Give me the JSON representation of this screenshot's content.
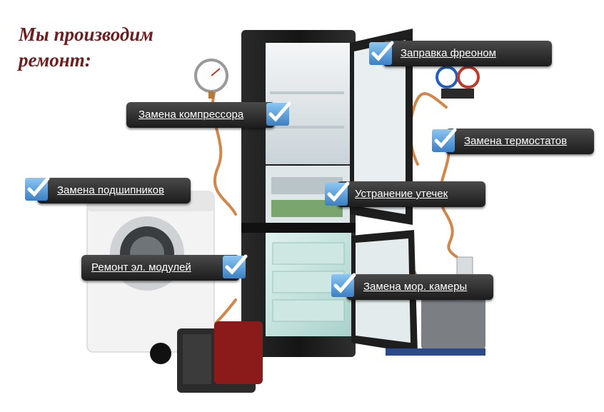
{
  "heading": {
    "line1": "Мы производим",
    "line2": "ремонт:"
  },
  "services": [
    {
      "label": "Заправка фреоном"
    },
    {
      "label": "Замена компрессора"
    },
    {
      "label": "Замена термостатов"
    },
    {
      "label": "Замена подшипников"
    },
    {
      "label": "Устранение утечек"
    },
    {
      "label": "Ремонт эл. модулей"
    },
    {
      "label": "Замена мор. камеры"
    }
  ],
  "icons": {
    "checkmark": "checkmark-icon"
  },
  "colors": {
    "heading": "#6b1f1f",
    "label_bg": "#2b2b2b",
    "check_bg": "#4a90d9",
    "pipe": "#d1864a"
  }
}
